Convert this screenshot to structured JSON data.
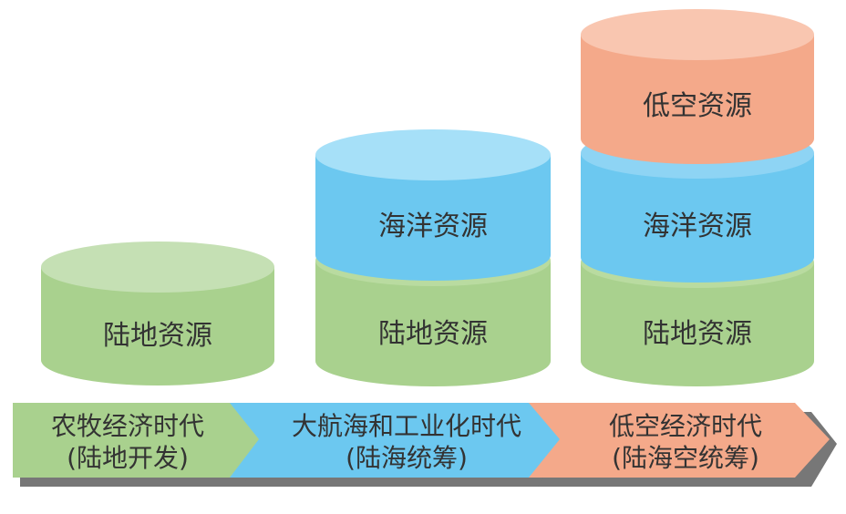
{
  "colors": {
    "land": "#a9d18e",
    "land_top": "#c5e0b4",
    "ocean": "#6cc8f0",
    "ocean_top": "#a6e0f8",
    "lowair": "#f4a98a",
    "lowair_top": "#f9c6b0",
    "shadow": "#7a7a7a",
    "text": "#333333"
  },
  "stacks": [
    {
      "layers": [
        "陆地资源"
      ]
    },
    {
      "layers": [
        "陆地资源",
        "海洋资源"
      ]
    },
    {
      "layers": [
        "陆地资源",
        "海洋资源",
        "低空资源"
      ]
    }
  ],
  "timeline": [
    {
      "line1": "农牧经济时代",
      "line2": "(陆地开发)"
    },
    {
      "line1": "大航海和工业化时代",
      "line2": "(陆海统筹)"
    },
    {
      "line1": "低空经济时代",
      "line2": "(陆海空统筹)"
    }
  ]
}
